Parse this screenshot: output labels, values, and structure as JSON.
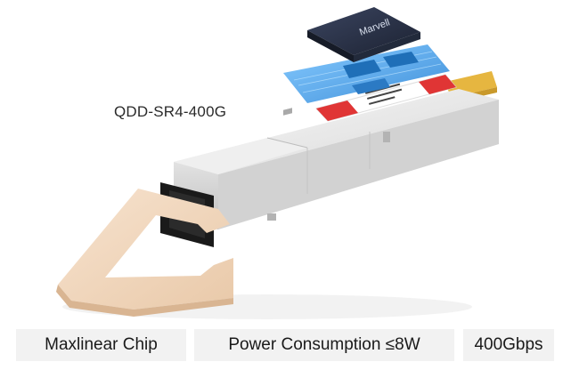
{
  "product": {
    "model": "QDD-SR4-400G",
    "chip_brand": "Marvell"
  },
  "specs": [
    {
      "label": "Maxlinear Chip"
    },
    {
      "label": "Power Consumption ≤8W"
    },
    {
      "label": "400Gbps"
    }
  ],
  "colors": {
    "pull_tab": "#f2d9c2",
    "housing": "#e6e6e6",
    "chip": "#2c3448",
    "pcb": "#4aa3e8",
    "label_red": "#e03535",
    "spec_background": "#f2f2f2"
  }
}
